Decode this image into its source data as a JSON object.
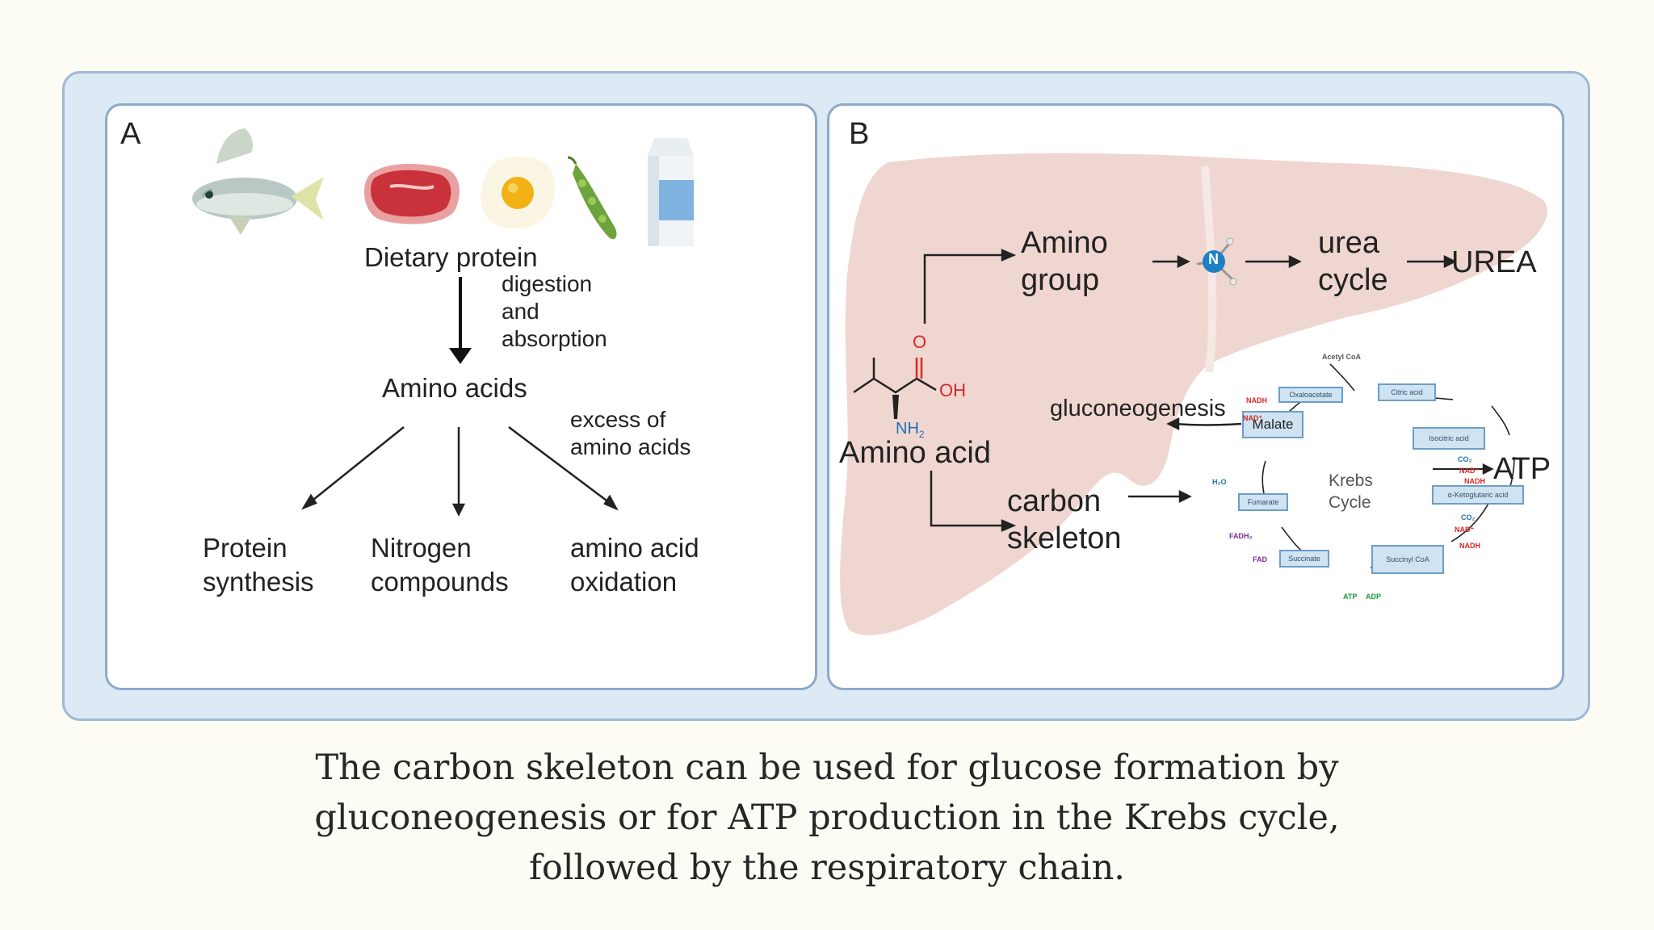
{
  "panel_a": {
    "label": "A",
    "foods": [
      "fish-icon",
      "meat-icon",
      "egg-icon",
      "pea-pod-icon",
      "milk-carton-icon"
    ],
    "dietary_protein": "Dietary protein",
    "digestion_lines": [
      "digestion",
      "and",
      "absorption"
    ],
    "amino_acids": "Amino acids",
    "excess_lines": [
      "excess of",
      "amino acids"
    ],
    "outputs": [
      {
        "lines": [
          "Protein",
          "synthesis"
        ]
      },
      {
        "lines": [
          "Nitrogen",
          "compounds"
        ]
      },
      {
        "lines": [
          "amino acid",
          "oxidation"
        ]
      }
    ]
  },
  "panel_b": {
    "label": "B",
    "amino_group_lines": [
      "Amino",
      "group"
    ],
    "urea_cycle_lines": [
      "urea",
      "cycle"
    ],
    "urea": "UREA",
    "amino_acid": "Amino acid",
    "carbon_skeleton_lines": [
      "carbon",
      "skeleton"
    ],
    "gluconeogenesis": "gluconeogenesis",
    "atp": "ATP",
    "molecule": {
      "o": "O",
      "oh": "OH",
      "nh2": "NH",
      "nh2_sub": "2",
      "n": "N"
    },
    "krebs": {
      "center_lines": [
        "Krebs",
        "Cycle"
      ],
      "acetyl_coa": "Acetyl CoA",
      "boxes": {
        "oxaloacetate": "Oxaloacetate",
        "citric_acid": "Citric acid",
        "malate": "Malate",
        "isocitric_acid": "Isocitric acid",
        "ketoglutaric_acid": "α-Ketoglutaric acid",
        "fumarate": "Fumarate",
        "succinyl_coa": "Succinyl CoA",
        "succinate": "Succinate"
      },
      "cofactors": {
        "nadh_1": "NADH",
        "nad_1": "NAD⁺",
        "co2_1": "CO₂",
        "nad_2": "NAD⁺",
        "nadh_2": "NADH",
        "co2_2": "CO₂",
        "nad_3": "NAD⁺",
        "nadh_3": "NADH",
        "h2o": "H₂O",
        "fadh2": "FADH₂",
        "fad": "FAD",
        "atp": "ATP",
        "adp": "ADP"
      }
    }
  },
  "caption": {
    "lines": [
      "The carbon skeleton can be used for glucose formation by",
      "gluconeogenesis or for ATP production in the Krebs cycle,",
      "followed by the respiratory chain."
    ]
  },
  "colors": {
    "background": "#fdfcf4",
    "outer_frame": "#dde9f5",
    "liver": "#f0d6d0",
    "oxygen_red": "#d62828",
    "nitrogen_blue": "#1d6fb8",
    "nad_red": "#d62828",
    "fad_purple": "#7a2d9c",
    "atp_green": "#1c9a3a"
  }
}
